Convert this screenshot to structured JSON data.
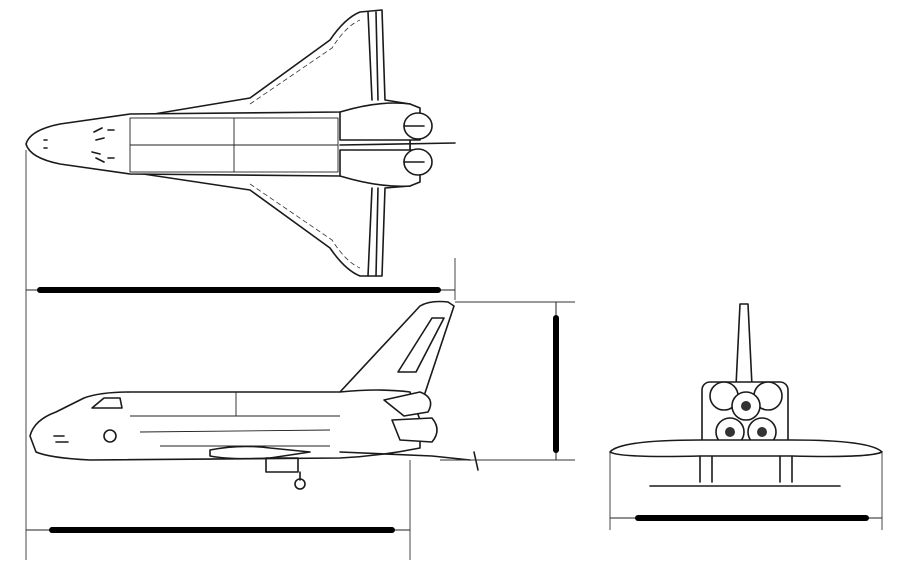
{
  "figure": {
    "views": [
      "top-view",
      "side-view",
      "front-view"
    ],
    "dimension_bars": [
      "length",
      "wingspan",
      "height",
      "wingspan-front"
    ],
    "colors": {
      "ink": "#1a1a1a",
      "background": "#ffffff"
    }
  }
}
